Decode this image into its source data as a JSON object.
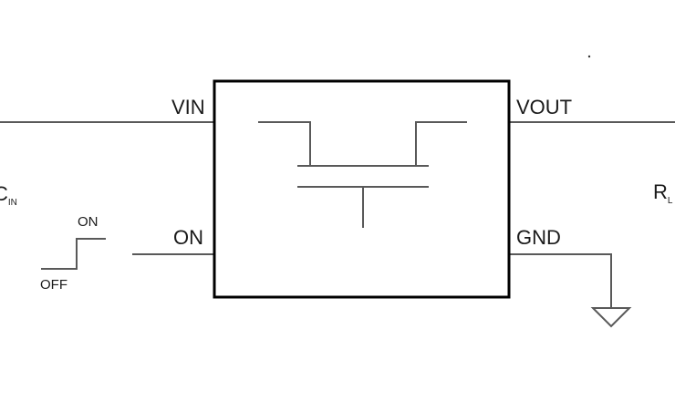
{
  "pins": {
    "vin": "VIN",
    "vout": "VOUT",
    "on": "ON",
    "gnd": "GND"
  },
  "switch_signal": {
    "on_label": "ON",
    "off_label": "OFF"
  },
  "capacitor": {
    "symbol": "C",
    "subscript": "IN"
  },
  "load": {
    "symbol": "R",
    "subscript": "L"
  }
}
